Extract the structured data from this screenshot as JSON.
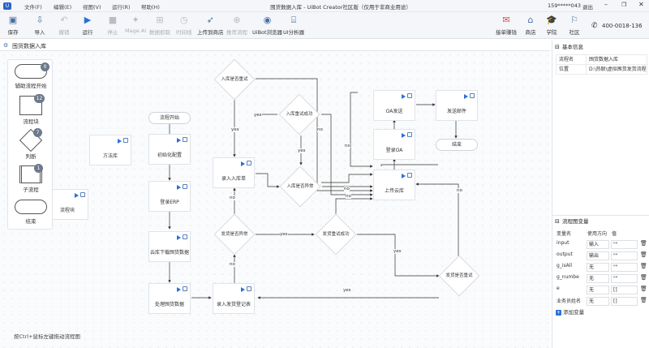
{
  "window": {
    "title": "囤货数据入库 - UiBot Creator社区版（仅用于非商业用途）",
    "user": "159*****043",
    "logout": "退出",
    "menus": [
      "文件(F)",
      "编辑(E)",
      "视图(V)",
      "运行(R)",
      "帮助(H)"
    ]
  },
  "toolbar": {
    "save": "保存",
    "import": "导入",
    "undo": "撤销",
    "run": "运行",
    "stop": "停止",
    "mage": "Mage AI",
    "data_extract": "数据抓取",
    "timeline": "时间线",
    "upload": "上传到商店",
    "recommend": "推荐流程",
    "browser": "UiBot浏览器",
    "analyzer": "UI分析器",
    "receive_task": "接单赚钱",
    "store": "商店",
    "academy": "学院",
    "community": "社区",
    "phone": "400-0018-136"
  },
  "doc_tab": "囤货数据入库",
  "hint": "按Ctrl+鼠标左键拖动流程图",
  "palette": [
    {
      "label": "辅助流程开始",
      "count": "0"
    },
    {
      "label": "流程块",
      "count": "12"
    },
    {
      "label": "判断",
      "count": "7"
    },
    {
      "label": "子流程",
      "count": "1"
    },
    {
      "label": "结束",
      "count": ""
    }
  ],
  "flow": {
    "blocks": {
      "b1": "流程块",
      "b2": "方法库",
      "b3": "初始化配置",
      "b4": "登录ERP",
      "b5": "云库下载囤货数据",
      "b6": "处理囤货数据",
      "b7": "录入入库单",
      "b8": "录入发货登记表",
      "b9": "上传云库",
      "b10": "登录OA",
      "b11": "OA发送",
      "b12": "发送邮件"
    },
    "terminals": {
      "start": "流程开始",
      "end": "结束"
    },
    "decisions": {
      "d1": "入库是否重试",
      "d2": "入库重试成功",
      "d3": "入库是否异常",
      "d4": "发货是否异常",
      "d5": "发货重试成功",
      "d6": "发货是否重试"
    },
    "edge_labels": {
      "yes1": "yes",
      "yes2": "yes",
      "yes3": "yes",
      "yes4": "yes",
      "yes5": "yes",
      "no1": "no",
      "no2": "no",
      "no3": "no",
      "no4": "no",
      "no5": "no",
      "no6": "no"
    }
  },
  "basic_info": {
    "title": "基本信息",
    "rows": [
      {
        "key": "流程名",
        "value": "囤货数据入库"
      },
      {
        "key": "位置",
        "value": "D:\\热联\\虚拟囤货发货流程"
      }
    ]
  },
  "variables": {
    "title": "流程图变量",
    "headers": {
      "name": "变量名",
      "direction": "使用方向",
      "value": "值"
    },
    "rows": [
      {
        "name": "input",
        "direction": "输入",
        "value": "\"\""
      },
      {
        "name": "output",
        "direction": "输出",
        "value": "\"\""
      },
      {
        "name": "g_isAll",
        "direction": "无",
        "value": "\"\""
      },
      {
        "name": "g_numbe",
        "direction": "无",
        "value": "\"\""
      },
      {
        "name": "e",
        "direction": "无",
        "value": "[]"
      },
      {
        "name": "业务员姓名",
        "direction": "无",
        "value": "[]"
      }
    ],
    "add": "添加变量"
  }
}
